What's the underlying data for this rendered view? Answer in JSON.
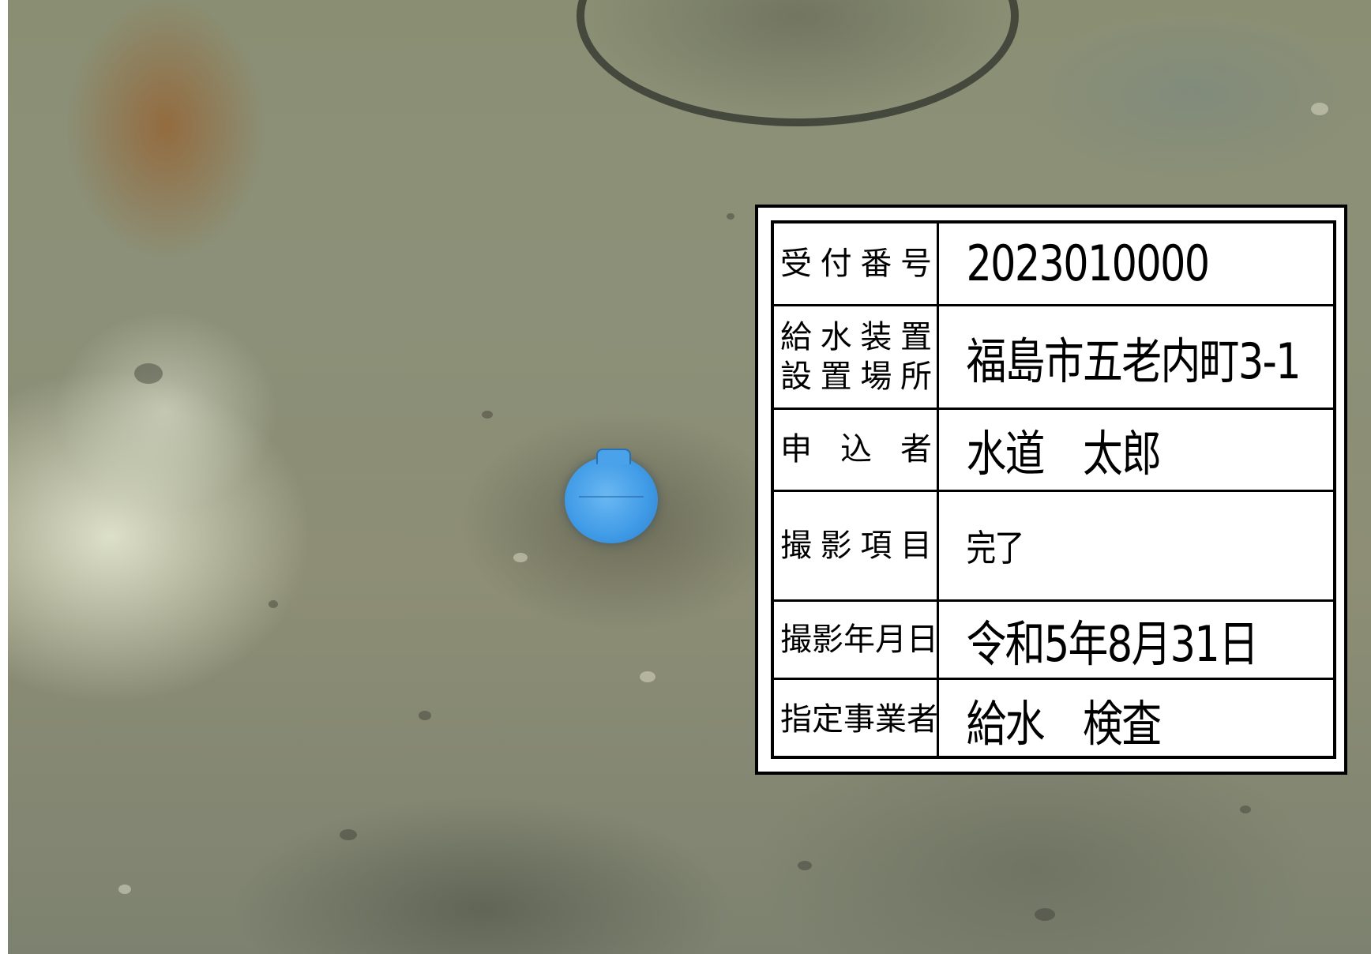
{
  "photo": {
    "subject": "blue-marker-cap",
    "colors": {
      "ground": "#8a8f74",
      "marker": "#3f9ae6",
      "board_background": "#ffffff",
      "board_ink": "#000000"
    }
  },
  "board": {
    "rows": [
      {
        "label": [
          "受",
          "付",
          "番",
          "号"
        ],
        "value": "2023010000"
      },
      {
        "label_lines": [
          [
            "給",
            "水",
            "装",
            "置"
          ],
          [
            "設",
            "置",
            "場",
            "所"
          ]
        ],
        "value": "福島市五老内町3-1"
      },
      {
        "label": [
          "申",
          "込",
          "者"
        ],
        "value": "水道　太郎"
      },
      {
        "label": [
          "撮",
          "影",
          "項",
          "目"
        ],
        "value": "完了"
      },
      {
        "label": [
          "撮",
          "影",
          "年",
          "月",
          "日"
        ],
        "value": "令和5年8月31日"
      },
      {
        "label": [
          "指",
          "定",
          "事",
          "業",
          "者"
        ],
        "value": "給水　検査"
      }
    ]
  }
}
